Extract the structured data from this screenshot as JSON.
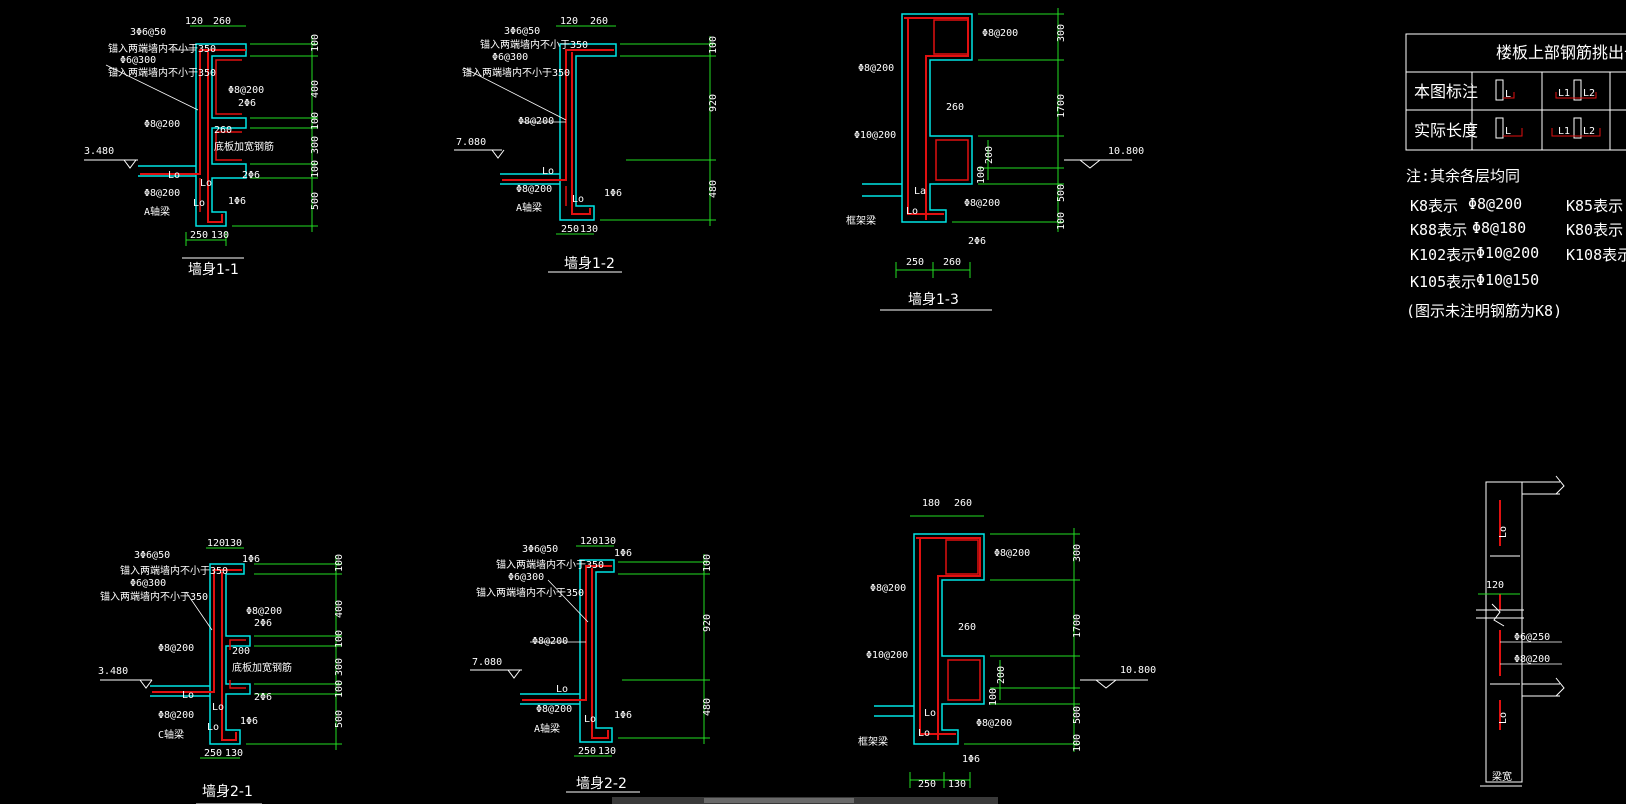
{
  "colors": {
    "bg": "#000000",
    "concrete": "#00e5e5",
    "rebar": "#e01010",
    "dim": "#22dd22",
    "text": "#ffffff",
    "leader": "#ffffff"
  },
  "sections": {
    "s11": {
      "title": "墙身1-1",
      "elev": "3.480",
      "top": [
        "120",
        "260"
      ],
      "bottom": [
        "250",
        "130"
      ],
      "notes": [
        "3Φ6@50",
        "锚入两端墙内不小于350",
        "Φ6@300",
        "锚入两端墙内不小于350"
      ],
      "mid_notes": [
        "Φ8@200",
        "2Φ6",
        "260",
        "Φ8@200",
        "底板加宽钢筋",
        "2Φ6",
        "Φ8@200",
        "1Φ6",
        "A轴梁"
      ],
      "dims": [
        "100",
        "400",
        "100",
        "300",
        "100",
        "500"
      ],
      "lo": [
        "Lo",
        "Lo",
        "Lo"
      ]
    },
    "s12": {
      "title": "墙身1-2",
      "elev": "7.080",
      "top": [
        "120",
        "260"
      ],
      "bottom": [
        "250",
        "130"
      ],
      "notes": [
        "3Φ6@50",
        "锚入两端墙内不小于350",
        "Φ6@300",
        "锚入两端墙内不小于350"
      ],
      "mid_notes": [
        "Φ8@200",
        "Φ8@200",
        "1Φ6",
        "A轴梁"
      ],
      "dims": [
        "100",
        "920",
        "480"
      ],
      "lo": [
        "Lo",
        "Lo"
      ]
    },
    "s13": {
      "title": "墙身1-3",
      "elev": "10.800",
      "bottom": [
        "250",
        "260"
      ],
      "mid_notes": [
        "Φ8@200",
        "Φ8@200",
        "Φ10@200",
        "260",
        "Φ8@200",
        "2Φ6",
        "框架梁"
      ],
      "dims": [
        "300",
        "1700",
        "200",
        "100",
        "500",
        "100"
      ],
      "lo": [
        "La",
        "Lo"
      ]
    },
    "s21": {
      "title": "墙身2-1",
      "elev": "3.480",
      "top": [
        "120",
        "130"
      ],
      "bottom": [
        "250",
        "130"
      ],
      "notes": [
        "3Φ6@50",
        "锚入两端墙内不小于350",
        "Φ6@300",
        "锚入两端墙内不小于350"
      ],
      "mid_notes": [
        "1Φ6",
        "Φ8@200",
        "2Φ6",
        "200",
        "Φ8@200",
        "底板加宽钢筋",
        "2Φ6",
        "Φ8@200",
        "1Φ6",
        "C轴梁"
      ],
      "dims": [
        "100",
        "400",
        "100",
        "300",
        "100",
        "500"
      ],
      "lo": [
        "Lo",
        "Lo",
        "Lo"
      ]
    },
    "s22": {
      "title": "墙身2-2",
      "elev": "7.080",
      "top": [
        "120",
        "130"
      ],
      "bottom": [
        "250",
        "130"
      ],
      "notes": [
        "3Φ6@50",
        "锚入两端墙内不小于350",
        "Φ6@300",
        "锚入两端墙内不小于350"
      ],
      "mid_notes": [
        "1Φ6",
        "Φ8@200",
        "Φ8@200",
        "1Φ6",
        "A轴梁"
      ],
      "dims": [
        "100",
        "920",
        "480"
      ],
      "lo": [
        "Lo",
        "Lo"
      ]
    },
    "s23": {
      "elev": "10.800",
      "top": [
        "180",
        "260"
      ],
      "bottom": [
        "250",
        "130"
      ],
      "mid_notes": [
        "Φ8@200",
        "Φ8@200",
        "Φ10@200",
        "260",
        "Φ8@200",
        "1Φ6",
        "框架梁"
      ],
      "dims": [
        "300",
        "1700",
        "200",
        "100",
        "500",
        "100"
      ],
      "lo": [
        "Lo",
        "Lo"
      ]
    },
    "detail": {
      "dims": [
        "120"
      ],
      "notes": [
        "Φ6@250",
        "Φ8@200",
        "梁宽"
      ],
      "lo": [
        "Lo",
        "Lo"
      ]
    }
  },
  "table": {
    "title": "楼板上部钢筋挑出长度示",
    "row1": "本图标注",
    "row2": "实际长度",
    "cells": [
      "L",
      "L1",
      "L2",
      "L",
      "L1",
      "L2"
    ]
  },
  "legend": {
    "heading": "注:其余各层均同",
    "items": [
      {
        "k": "K8表示",
        "v": "Φ8@200"
      },
      {
        "k": "K88表示",
        "v": "Φ8@180"
      },
      {
        "k": "K102表示",
        "v": "Φ10@200"
      },
      {
        "k": "K105表示",
        "v": "Φ10@150"
      }
    ],
    "right": [
      "K85表示",
      "K80表示",
      "K108表示"
    ],
    "footer": "(图示未注明钢筋为K8)"
  }
}
